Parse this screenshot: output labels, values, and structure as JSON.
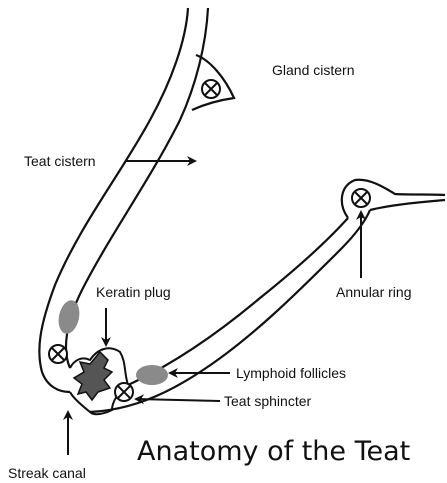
{
  "labels": {
    "gland_cistern": "Gland cistern",
    "teat_cistern": "Teat cistern",
    "keratin_plug": "Keratin plug",
    "annular_ring": "Annular ring",
    "lymphoid_follicles": "Lymphoid follicles",
    "teat_sphincter": "Teat sphincter",
    "streak_canal": "Streak canal"
  },
  "title": "Anatomy of the Teat",
  "colors": {
    "outline": "#111111",
    "fill": "#ffffff",
    "tissue": "#8a8a8a",
    "plug": "#555555"
  }
}
